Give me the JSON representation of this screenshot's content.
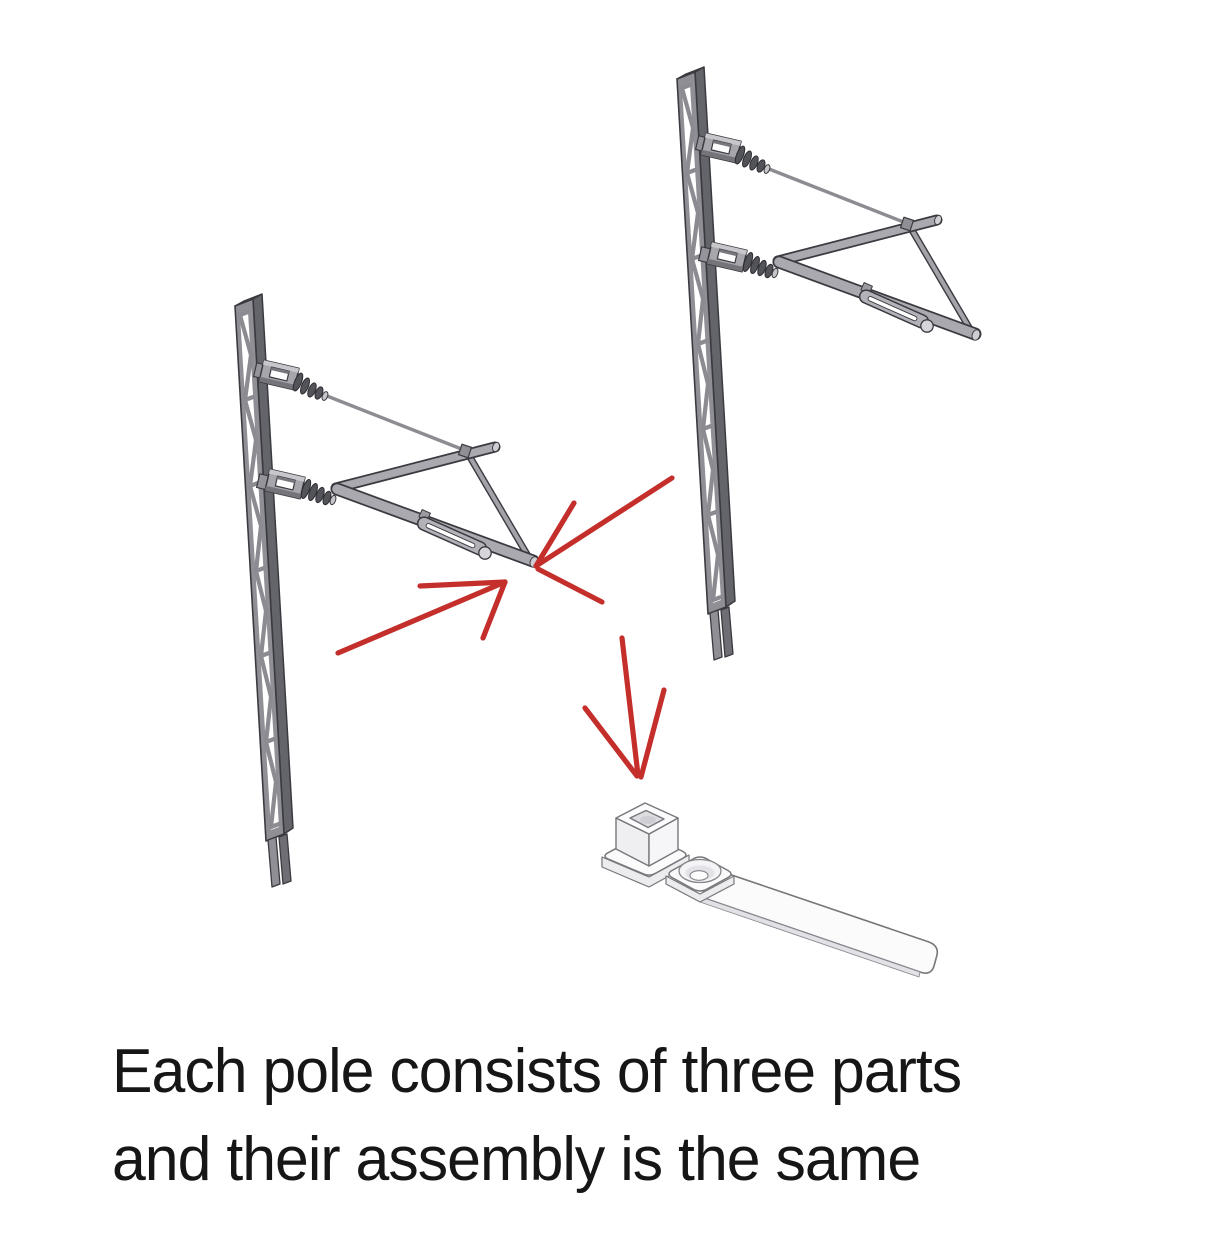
{
  "illustration": {
    "caption": {
      "line1": "Each pole consists of three parts",
      "line2": "and their assembly is the same"
    },
    "figures": {
      "left_pole": "assembled-catenary-pole-with-cantilever",
      "right_pole": "assembled-catenary-pole-with-cantilever",
      "base_part": "base-mount-with-square-socket-screw-pad-and-strip",
      "annotation": "red-arrows-marking-cantilever-tip-and-base-part"
    },
    "colors": {
      "background": "#ffffff",
      "annotation_red": "#c42f2b",
      "model_gray": "#8f8f95",
      "model_dark_gray": "#64646b",
      "model_light_gray": "#b5b5ba",
      "part_white": "#fbfbfc",
      "outline": "#3a3a40",
      "caption_text": "#161616"
    }
  }
}
